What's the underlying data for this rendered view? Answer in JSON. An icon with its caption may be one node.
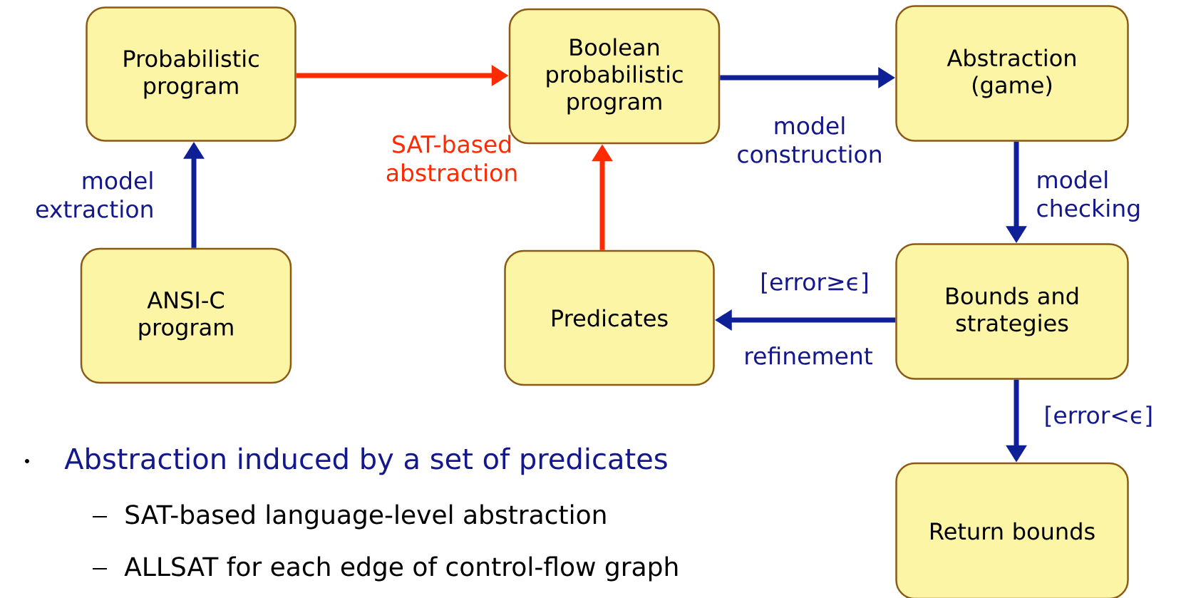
{
  "diagram": {
    "nodes": [
      {
        "text": [
          "Probabilistic program"
        ]
      },
      {
        "text": [
          "Boolean probabilistic program"
        ]
      },
      {
        "text": [
          "Abstraction (game)"
        ]
      },
      {
        "text": [
          "ANSI-C program"
        ]
      },
      {
        "text": [
          "Predicates"
        ]
      },
      {
        "text": [
          "Bounds and strategies"
        ]
      },
      {
        "text": [
          "Return bounds"
        ]
      }
    ],
    "edges": [
      {
        "from": 3,
        "to": 0,
        "arrow": "to",
        "label": "model extraction"
      },
      {
        "from": 0,
        "to": 1,
        "arrow": "to",
        "label": "SAT-based abstraction",
        "color": "#ff2a00"
      },
      {
        "from": 4,
        "to": 1,
        "arrow": "to",
        "color": "#ff2a00"
      },
      {
        "from": 1,
        "to": 2,
        "arrow": "to",
        "label": "model construction"
      },
      {
        "from": 2,
        "to": 5,
        "arrow": "to",
        "label": "model checking"
      },
      {
        "from": 5,
        "to": 4,
        "arrow": "to",
        "label": "[error≥ϵ]"
      },
      {
        "from": 5,
        "to": 6,
        "arrow": "to",
        "label": "[error<ϵ]"
      }
    ],
    "labels": [
      "refinement",
      "Abstraction induced by a set of predicates",
      "SAT-based language-level abstraction",
      "ALLSAT for each edge of control-flow graph"
    ]
  }
}
